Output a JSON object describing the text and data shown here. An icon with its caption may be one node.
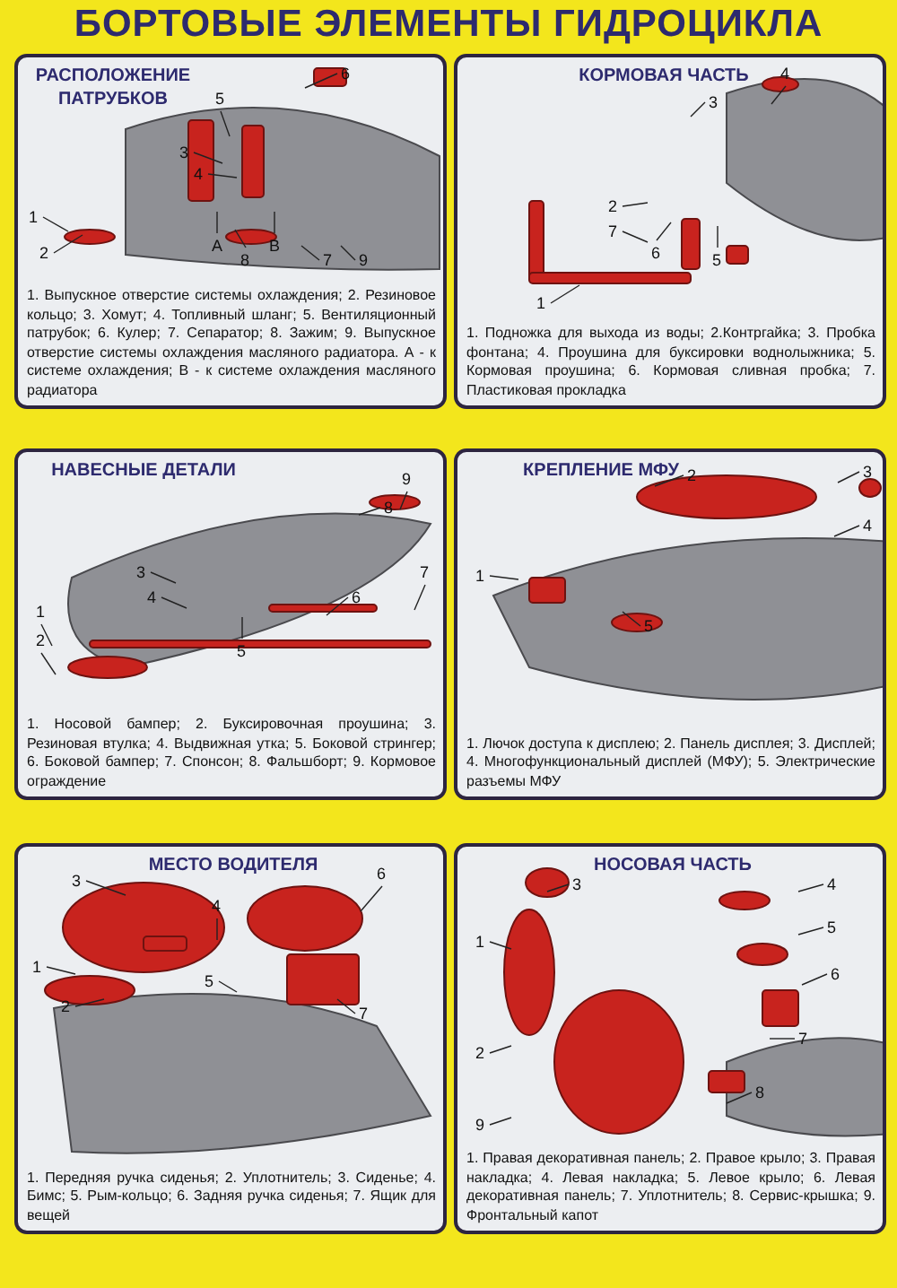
{
  "diagram": {
    "title": "БОРТОВЫЕ ЭЛЕМЕНТЫ ГИДРОЦИКЛА",
    "nodes": [
      {
        "text": [
          "РАСПОЛОЖЕНИЕ ПАТРУБКОВ",
          "1. Выпускное отверстие системы охлаждения; 2. Резиновое кольцо; 3. Хомут; 4. Топливный шланг; 5. Вентиляционный патрубок; 6. Кулер; 7. Сепаратор; 8. Зажим; 9. Выпускное отверстие системы охлаждения масляного радиатора. А - к системе охлаждения; В - к системе охлаждения масляного радиатора"
        ]
      },
      {
        "text": [
          "КОРМОВАЯ ЧАСТЬ",
          "1. Подножка для выхода из воды; 2.Контргайка; 3. Пробка фонтана; 4. Проушина для буксировки воднолыжника; 5. Кормовая проушина; 6. Кормовая сливная пробка; 7. Пластиковая прокладка"
        ]
      },
      {
        "text": [
          "НАВЕСНЫЕ ДЕТАЛИ",
          "1. Носовой бампер; 2. Буксировочная проушина; 3. Резиновая втулка; 4. Выдвижная утка; 5. Боковой стрингер; 6. Боковой бампер; 7. Спонсон; 8. Фальшборт; 9. Кормовое ограждение"
        ]
      },
      {
        "text": [
          "КРЕПЛЕНИЕ МФУ",
          "1. Лючок доступа к дисплею; 2. Панель дисплея; 3. Дисплей; 4. Многофункциональный дисплей (МФУ); 5. Электрические разъемы МФУ"
        ]
      },
      {
        "text": [
          "МЕСТО ВОДИТЕЛЯ",
          "1. Передняя ручка сиденья; 2. Уплотнитель; 3. Сиденье; 4. Бимс; 5. Рым-кольцо; 6. Задняя ручка сиденья; 7. Ящик для вещей"
        ]
      },
      {
        "text": [
          "НОСОВАЯ ЧАСТЬ",
          "1. Правая декоративная панель; 2. Правое крыло; 3. Правая накладка; 4. Левая накладка; 5. Левое крыло; 6. Левая декоративная панель; 7. Уплотнитель; 8. Сервис-крышка; 9. Фронтальный капот"
        ]
      }
    ],
    "labels": [
      "6",
      "5",
      "3",
      "4",
      "1",
      "2",
      "8",
      "A",
      "B",
      "7",
      "9",
      "4",
      "3",
      "2",
      "7",
      "6",
      "5",
      "1",
      "9",
      "8",
      "1",
      "2",
      "3",
      "4",
      "6",
      "7",
      "5",
      "2",
      "3",
      "4",
      "1",
      "5",
      "3",
      "4",
      "6",
      "1",
      "5",
      "2",
      "7",
      "3",
      "4",
      "5",
      "1",
      "2",
      "6",
      "7",
      "8",
      "9"
    ]
  }
}
